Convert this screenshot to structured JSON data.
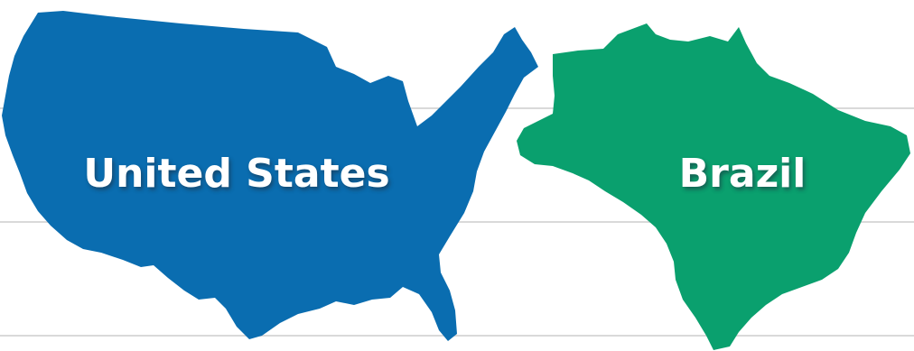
{
  "countries": [
    {
      "id": "usa",
      "label": "United States",
      "color": "#0a6db0"
    },
    {
      "id": "brazil",
      "label": "Brazil",
      "color": "#0aa06e"
    }
  ],
  "colors": {
    "background": "#ffffff",
    "gridline": "#d9d9d9",
    "label": "#ffffff"
  }
}
